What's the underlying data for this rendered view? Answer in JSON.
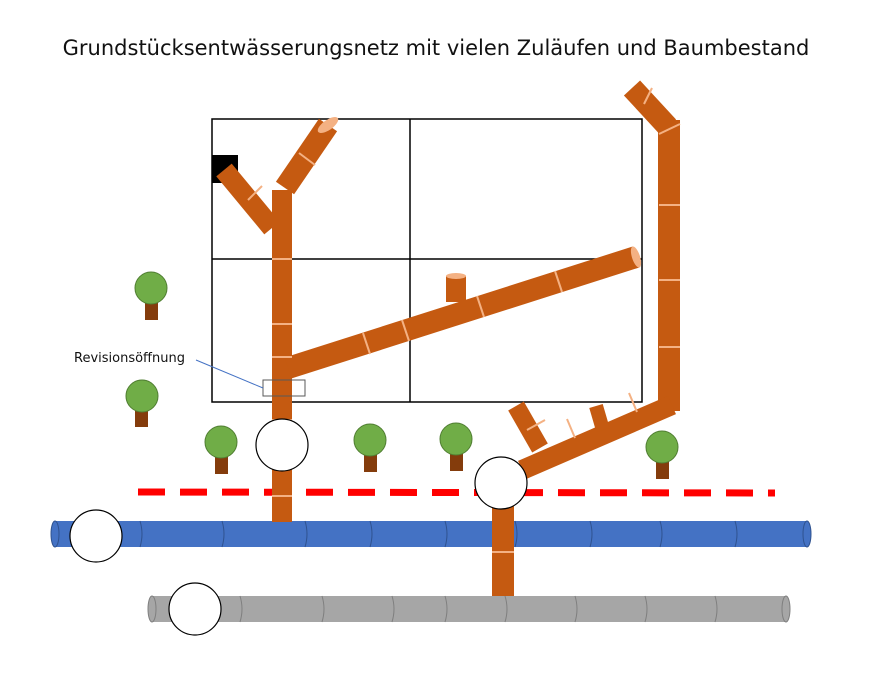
{
  "title": "Grundstücksentwässerungsnetz mit vielen Zuläufen und Baumbestand",
  "callouts": {
    "revision_opening": "Revisionsöffnung"
  },
  "icons": {
    "tree": "tree-icon",
    "inspection_shaft": "manhole-circle",
    "roof_drain": "black-square-inlet"
  },
  "colors": {
    "drain_pipe": "#c55a11",
    "drain_pipe_joint": "#f4b183",
    "sewer_blue": "#4472c4",
    "sewer_gray": "#a6a6a6",
    "property_boundary": "#ff0000",
    "tree_crown": "#70ad47",
    "tree_trunk": "#843c0c",
    "building_outline": "#000000"
  }
}
